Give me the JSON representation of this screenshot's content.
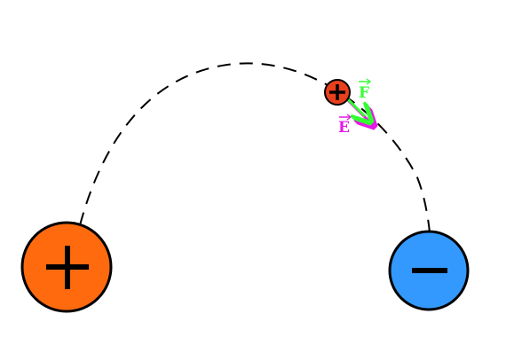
{
  "diagram": {
    "positive_charge": {
      "symbol": "+",
      "color": "#ff6a0f"
    },
    "negative_charge": {
      "symbol": "−",
      "color": "#3399ff"
    },
    "test_charge": {
      "symbol": "+",
      "color": "#e8401c"
    },
    "field_line": {
      "style": "dashed",
      "color": "#000000"
    },
    "force_vector": {
      "label": "F",
      "color": "#33ff33"
    },
    "field_vector": {
      "label": "E",
      "color": "#e619e6"
    }
  }
}
